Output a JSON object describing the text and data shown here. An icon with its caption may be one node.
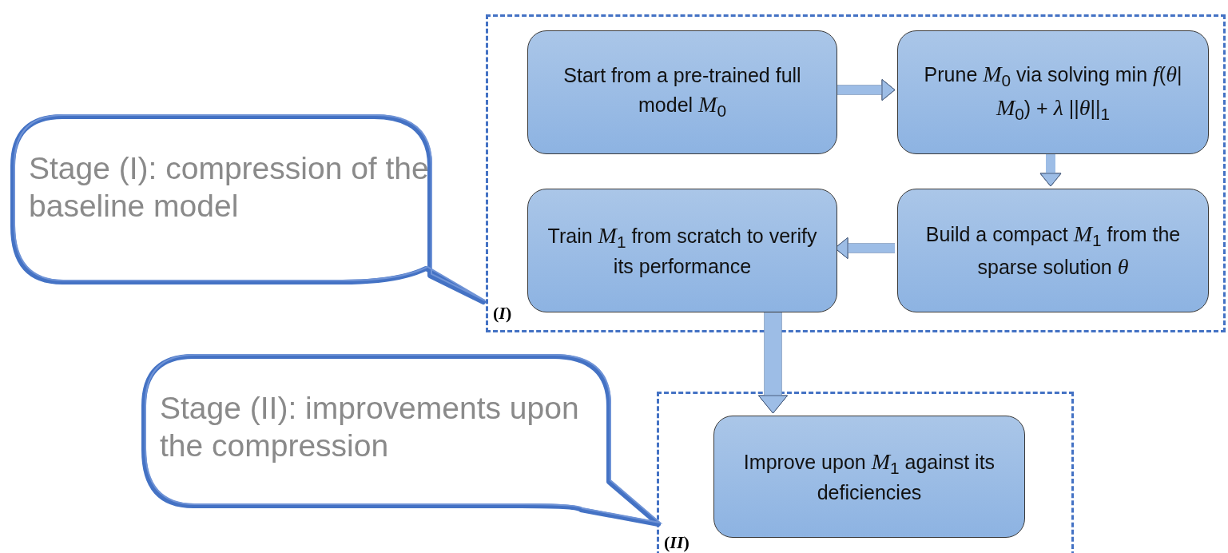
{
  "diagram": {
    "nodes": [
      {
        "text": [
          "(*I*)"
        ]
      },
      {
        "text": [
          "Start from a pre-trained full model *M*$_{0}$"
        ],
        "in": 0
      },
      {
        "text": [
          "Prune *M*$_{0}$ via solving min *f*(*θ*| *M*$_{0}$) + *λ* ||*θ*||$_{1}$"
        ],
        "in": 0
      },
      {
        "text": [
          "Build a compact *M*$_{1}$ from the sparse solution *θ*"
        ],
        "in": 0
      },
      {
        "text": [
          "Train *M*$_{1}$ from scratch to verify its performance"
        ],
        "in": 0
      },
      {
        "text": [
          "(*II*)"
        ]
      },
      {
        "text": [
          "Improve upon *M*$_{1}$ against its deficiencies"
        ],
        "in": 5
      },
      {
        "text": [
          "Stage (I): compression of the baseline model"
        ]
      },
      {
        "text": [
          "Stage (II): improvements upon the compression"
        ]
      }
    ],
    "edges": [
      {
        "from": 1,
        "to": 2,
        "arrow": "to"
      },
      {
        "from": 2,
        "to": 3,
        "arrow": "to"
      },
      {
        "from": 3,
        "to": 4,
        "arrow": "to"
      },
      {
        "from": 4,
        "to": 6,
        "arrow": "to",
        "style": "thick"
      }
    ]
  }
}
